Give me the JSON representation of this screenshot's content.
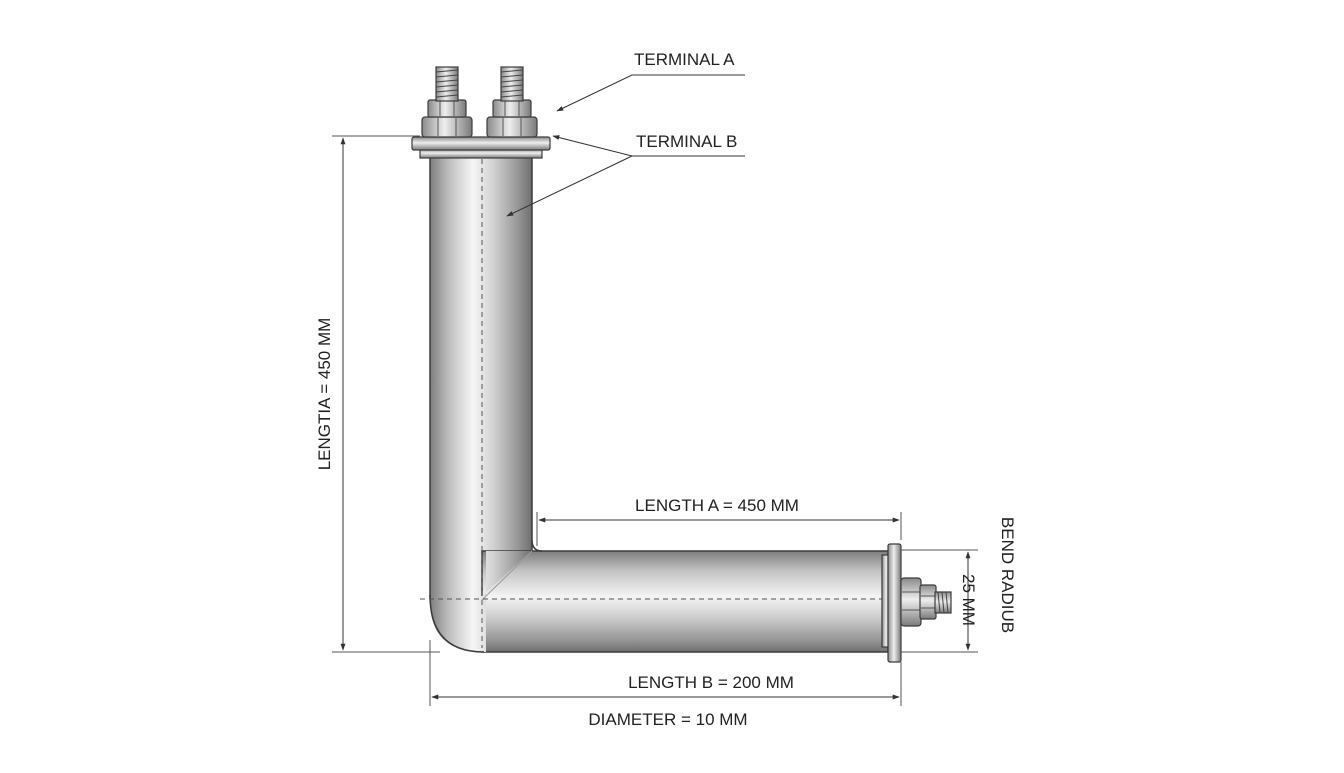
{
  "labels": {
    "terminal_a": "TERMINAL A",
    "terminal_b": "TERMINAL B",
    "length_vertical": "LENGTIA = 450 MM",
    "length_a": "LENGTH A = 450 MM",
    "length_b": "LENGTH B = 200 MM",
    "diameter": "DIAMETER = 10 MM",
    "bend_radius": "BEND RADIUB",
    "bend_value": "25 MM"
  },
  "colors": {
    "line": "#333333",
    "dim_line": "#555555",
    "tube_dark": "#8c8c8c",
    "tube_light": "#f4f4f4",
    "metal_outline": "#3c3c3c"
  }
}
